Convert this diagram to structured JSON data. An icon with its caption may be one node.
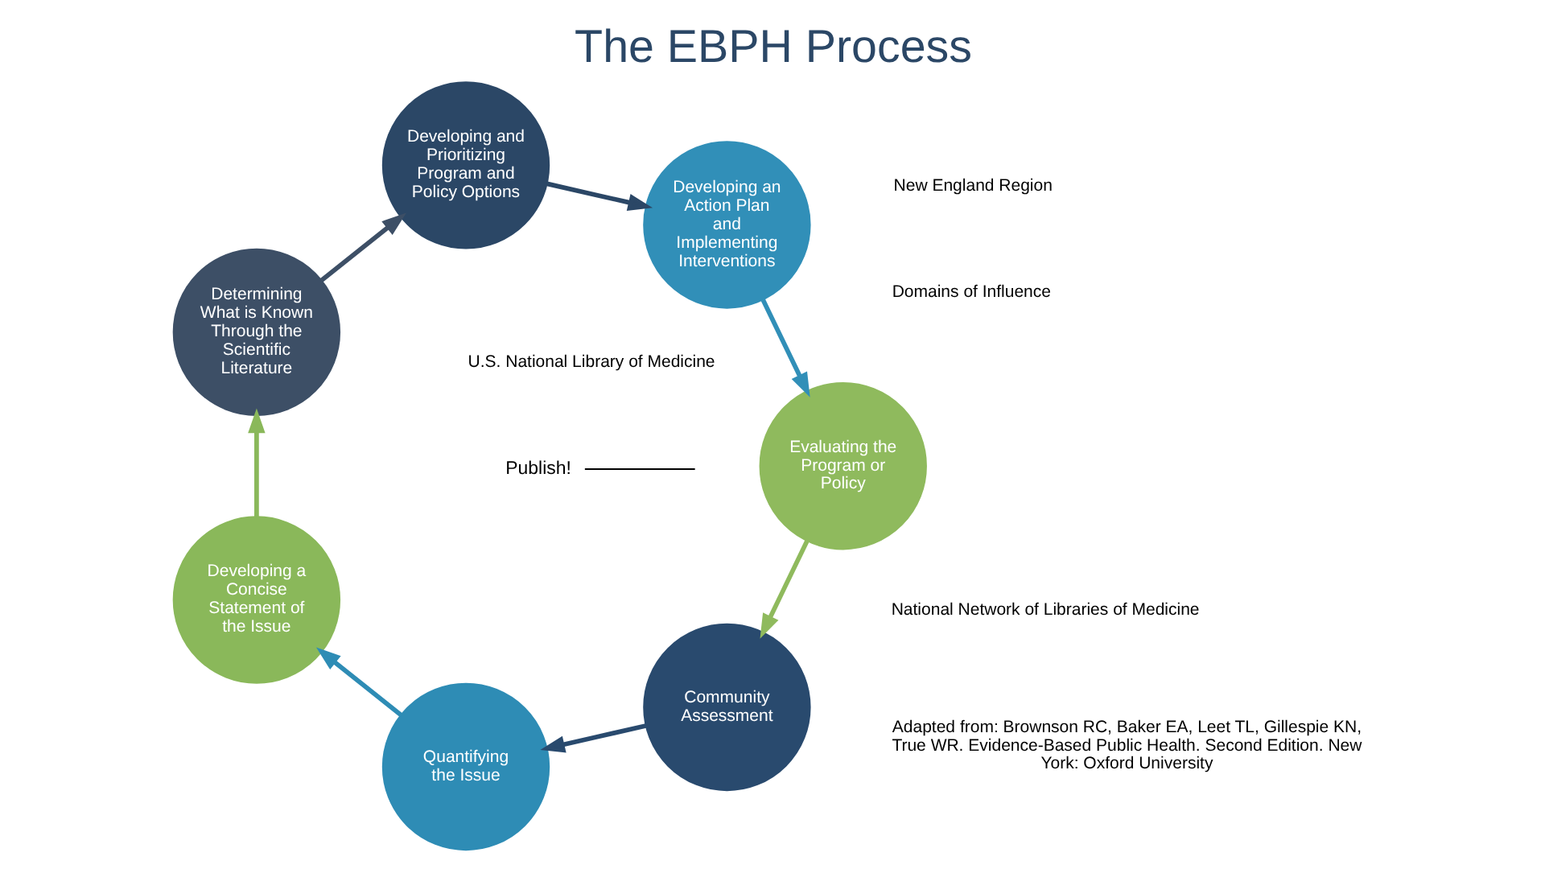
{
  "diagram": {
    "title": "The EBPH Process",
    "nodes": [
      {
        "text": [
          "Community Assessment"
        ]
      },
      {
        "text": [
          "Quantifying the Issue"
        ]
      },
      {
        "text": [
          "Developing a Concise Statement of the Issue"
        ]
      },
      {
        "text": [
          "Determining What is Known Through the Scientific Literature"
        ]
      },
      {
        "text": [
          "Developing and Prioritizing Program and Policy Options"
        ]
      },
      {
        "text": [
          "Developing an Action Plan and Implementing Interventions"
        ]
      },
      {
        "text": [
          "Evaluating the Program or Policy"
        ]
      },
      {
        "text": [
          "Publish!"
        ]
      }
    ],
    "edges": [
      {
        "from": 0,
        "to": 1,
        "arrow": "to",
        "color": "#294a6e"
      },
      {
        "from": 1,
        "to": 2,
        "arrow": "to",
        "color": "#2e8cb5"
      },
      {
        "from": 2,
        "to": 3,
        "arrow": "to",
        "color": "#8ab85a"
      },
      {
        "from": 3,
        "to": 4,
        "arrow": "to",
        "color": "#3d4f66"
      },
      {
        "from": 4,
        "to": 5,
        "arrow": "to",
        "color": "#2b4766"
      },
      {
        "from": 5,
        "to": 6,
        "arrow": "to",
        "color": "#318fb8"
      },
      {
        "from": 6,
        "to": 0,
        "arrow": "to",
        "color": "#8fba5d"
      },
      {
        "from": 7,
        "to": null,
        "arrow": "none",
        "color": "#000000"
      }
    ],
    "labels": [
      "Domains of Influence",
      "U.S. National Library of Medicine",
      "National Network of Libraries of Medicine",
      "New England Region",
      "Adapted from: Brownson RC, Baker EA, Leet TL, Gillespie KN, True WR. Evidence-Based Public Health. Second Edition. New York: Oxford University"
    ]
  }
}
